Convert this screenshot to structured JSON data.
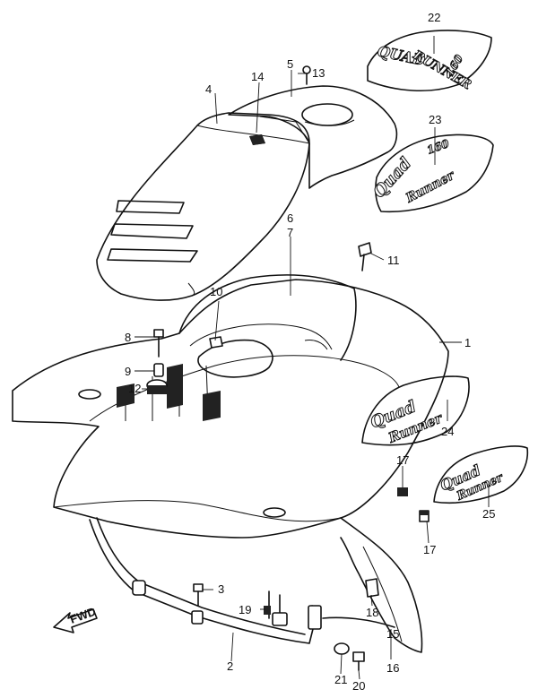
{
  "callouts": [
    "1",
    "2",
    "3",
    "4",
    "5",
    "6",
    "7",
    "8",
    "9",
    "10",
    "11",
    "12",
    "13",
    "14",
    "15",
    "16",
    "17",
    "17",
    "18",
    "19",
    "20",
    "21",
    "22",
    "23",
    "24",
    "25"
  ],
  "decals": {
    "d22": [
      "QUAD",
      "RUNNER",
      "160"
    ],
    "d23": [
      "Quad",
      "160",
      "Runner"
    ],
    "d24": [
      "Quad",
      "Runner"
    ],
    "d25": [
      "Quad",
      "Runner"
    ]
  },
  "fwd_label": "FWD"
}
